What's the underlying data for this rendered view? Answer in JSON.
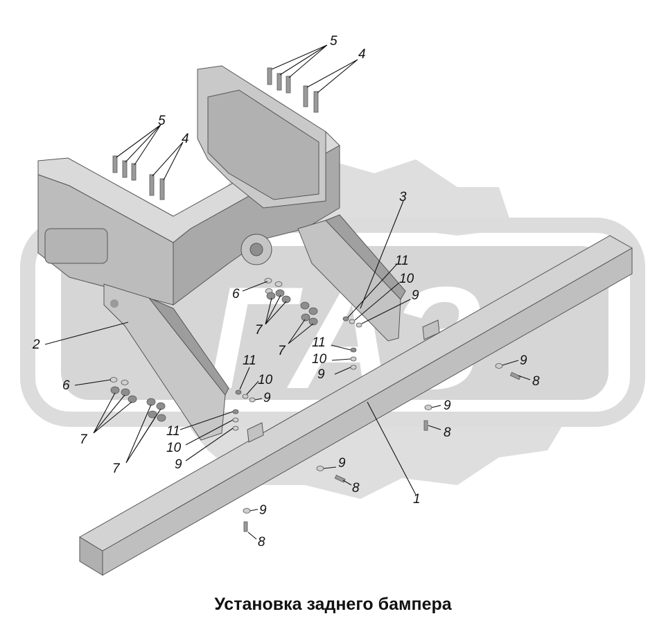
{
  "caption": "Установка заднего бампера",
  "watermark_text": "ГАЗ",
  "colors": {
    "metal_light": "#d2d2d2",
    "metal_mid": "#b9b9b9",
    "metal_dark": "#8e8e8e",
    "watermark": "#dcdcdc",
    "text": "#111111"
  },
  "callouts": [
    {
      "label": "5"
    },
    {
      "label": "4"
    },
    {
      "label": "5"
    },
    {
      "label": "4"
    },
    {
      "label": "3"
    },
    {
      "label": "11"
    },
    {
      "label": "10"
    },
    {
      "label": "9"
    },
    {
      "label": "6"
    },
    {
      "label": "7"
    },
    {
      "label": "7"
    },
    {
      "label": "2"
    },
    {
      "label": "11"
    },
    {
      "label": "10"
    },
    {
      "label": "9"
    },
    {
      "label": "11"
    },
    {
      "label": "10"
    },
    {
      "label": "9"
    },
    {
      "label": "6"
    },
    {
      "label": "9"
    },
    {
      "label": "8"
    },
    {
      "label": "7"
    },
    {
      "label": "9"
    },
    {
      "label": "8"
    },
    {
      "label": "11"
    },
    {
      "label": "10"
    },
    {
      "label": "9"
    },
    {
      "label": "7"
    },
    {
      "label": "9"
    },
    {
      "label": "8"
    },
    {
      "label": "1"
    },
    {
      "label": "9"
    },
    {
      "label": "8"
    }
  ]
}
